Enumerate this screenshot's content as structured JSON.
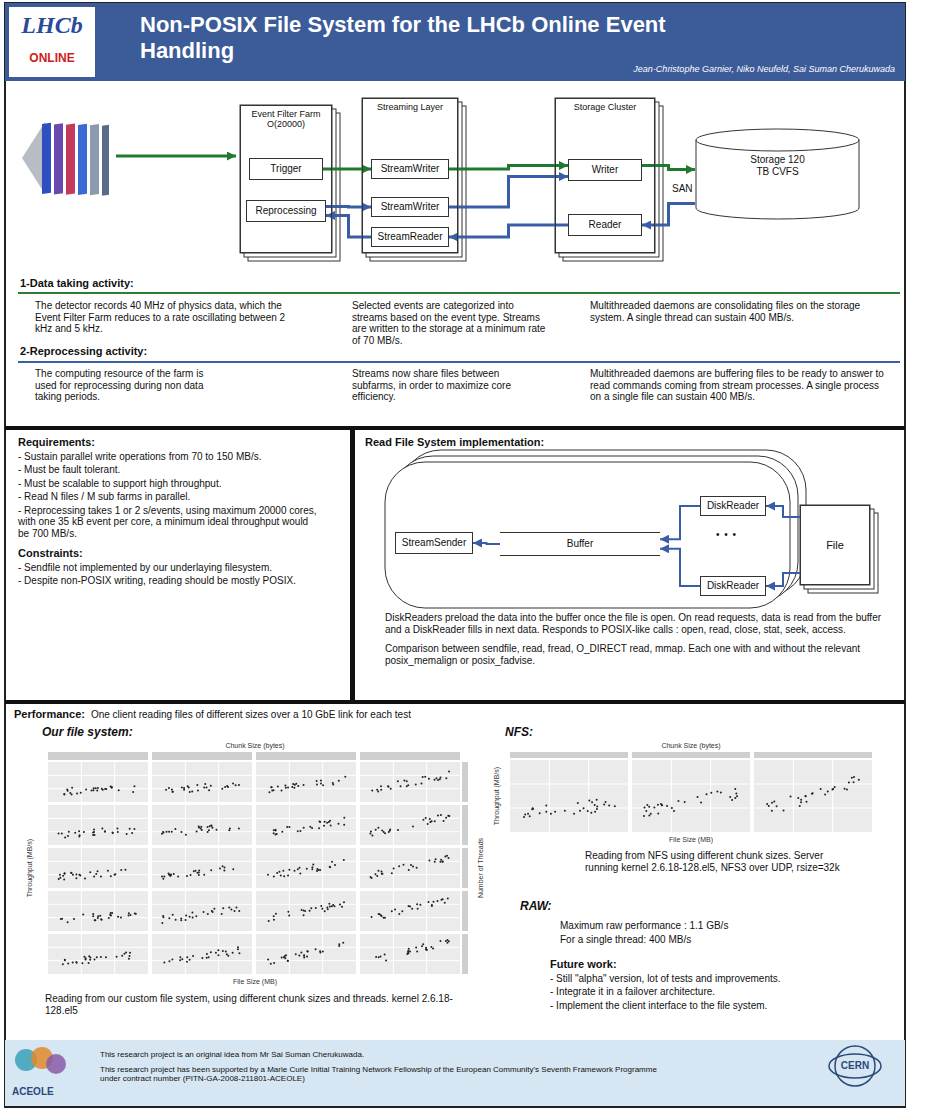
{
  "diagram": {
    "title": "Non-POSIX File System for the LHCb Online Event Handling",
    "nodes": [
      {
        "text": [
          "Event Filter Farm O(20000)"
        ]
      },
      {
        "text": [
          "Trigger"
        ],
        "in": 0
      },
      {
        "text": [
          "Reprocessing"
        ],
        "in": 0
      },
      {
        "text": [
          "Streaming Layer"
        ]
      },
      {
        "text": [
          "StreamWriter"
        ],
        "in": 3
      },
      {
        "text": [
          "StreamWriter"
        ],
        "in": 3
      },
      {
        "text": [
          "StreamReader"
        ],
        "in": 3
      },
      {
        "text": [
          "Storage Cluster"
        ]
      },
      {
        "text": [
          "Writer"
        ],
        "in": 7
      },
      {
        "text": [
          "Reader"
        ],
        "in": 7
      },
      {
        "text": [
          "Storage 120 TB CVFS"
        ]
      },
      {
        "text": [
          "StreamSender"
        ]
      },
      {
        "text": [
          "Buffer"
        ]
      },
      {
        "text": [
          "DiskReader"
        ]
      },
      {
        "text": [
          "DiskReader"
        ]
      },
      {
        "text": [
          "File"
        ]
      }
    ],
    "edges": [
      {
        "from": 1,
        "to": 4,
        "arrow": "to"
      },
      {
        "from": 4,
        "to": 8,
        "arrow": "to"
      },
      {
        "from": 8,
        "to": 10,
        "arrow": "to"
      },
      {
        "from": 10,
        "to": 9,
        "arrow": "to"
      },
      {
        "from": 9,
        "to": 6,
        "arrow": "to"
      },
      {
        "from": 6,
        "to": 2,
        "arrow": "to"
      },
      {
        "from": 2,
        "to": 5,
        "arrow": "to"
      },
      {
        "from": 5,
        "to": 8,
        "arrow": "to"
      },
      {
        "from": 15,
        "to": 13,
        "arrow": "to"
      },
      {
        "from": 15,
        "to": 14,
        "arrow": "to"
      },
      {
        "from": 13,
        "to": 12,
        "arrow": "to"
      },
      {
        "from": 14,
        "to": 12,
        "arrow": "to"
      },
      {
        "from": 12,
        "to": 11,
        "arrow": "to"
      }
    ],
    "labels": [
      "Jean-Christophe Garnier, Niko Neufeld, Sai Suman Cherukuwada",
      "LHCb",
      "ONLINE",
      "SAN",
      "1-Data taking activity:",
      "The detector records 40 MHz of physics data, which the Event Filter Farm reduces to a rate oscillating between 2 kHz and 5 kHz.",
      "Selected events are categorized into streams based on the event type. Streams are written to the storage at a minimum rate of 70 MB/s.",
      "Multithreaded daemons are consolidating files on the storage system. A single thread can sustain 400 MB/s.",
      "2-Reprocessing activity:",
      "The computing resource of the farm is used for reprocessing during non data taking periods.",
      "Streams now share files between subfarms, in order to maximize core efficiency.",
      "Multithreaded daemons are buffering files to be ready to answer to read commands coming from stream processes. A single process on a single file can sustain 400 MB/s.",
      "Requirements:",
      "- Sustain parallel write operations from 70 to 150 MB/s.",
      "- Must be fault tolerant.",
      "- Must be scalable to support high throughput.",
      "- Read N files / M sub farms in parallel.",
      "- Reprocessing takes 1 or 2 s/events, using maximum 20000 cores, with one 35 kB event per core, a minimum ideal throughput would be 700 MB/s.",
      "Constraints:",
      "- Sendfile not implemented by our underlaying filesystem.",
      "- Despite non-POSIX writing, reading should be mostly POSIX.",
      "Read File System implementation:",
      "• • •",
      "DiskReaders preload the data into the buffer once the file is open. On read requests, data is read from the buffer and a DiskReader fills in next data. Responds to POSIX-like calls : open, read, close, stat, seek, access.",
      "Comparison between sendfile, read, fread, O_DIRECT read, mmap. Each one with and without the relevant posix_memalign or posix_fadvise.",
      "Performance:",
      "One client reading files of different sizes over a 10 GbE link for each test",
      "Our file system:",
      "Chunk Size (bytes)",
      "Throughput (MB/s)",
      "Number of Threads",
      "File Size (MB)",
      "Reading from our custom file system, using different chunk sizes and threads. kernel 2.6.18-128.el5",
      "NFS:",
      "Chunk Size (bytes)",
      "Throughput (MB/s)",
      "File Size (MB)",
      "Reading from NFS using different chunk sizes. Server running kernel 2.6.18-128.el5, NFS3 over UDP, rsize=32k",
      "RAW:",
      "Maximum raw performance : 1.1 GB/s",
      "For a single thread: 400 MB/s",
      "Future work:",
      "- Still \"alpha\" version, lot of tests and improvements.",
      "- Integrate it in a failover architecture.",
      "- Implement the client interface to the file system.",
      "This research project is an original idea from Mr Sai Suman Cherukuwada.",
      "This research project has been supported by a Marie Curie Initial Training Network Fellowship of the European Community's Seventh Framework Programme under contract number (PITN-GA-2008-211801-ACEOLE)",
      "ACEOLE",
      "CERN"
    ]
  }
}
